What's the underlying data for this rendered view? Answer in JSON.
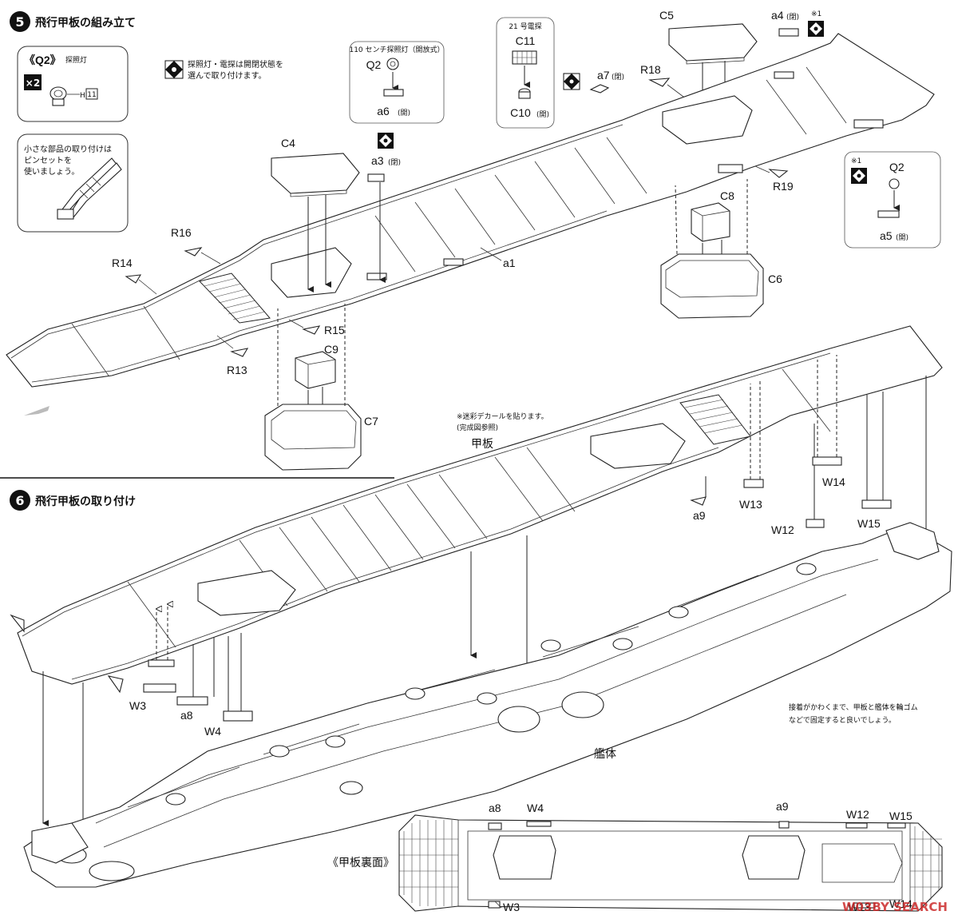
{
  "steps": [
    {
      "number": "5",
      "title": "飛行甲板の組み立て"
    },
    {
      "number": "6",
      "title": "飛行甲板の取り付け"
    }
  ],
  "q2_box": {
    "title": "《Q2》",
    "sub": "探照灯",
    "multiplier": "×2",
    "ref": "H",
    "ref_num": "11"
  },
  "notes": {
    "searchlight_radar_line1": "探照灯・電探は開閉状態を",
    "searchlight_radar_line2": "選んで取り付けます。",
    "tweezers_line1": "小さな部品の取り付けは",
    "tweezers_line2": "ピンセットを",
    "tweezers_line3": "使いましょう。",
    "camo_line1": "※迷彩デカールを貼ります。",
    "camo_line2": "(完成図参照)",
    "deck_label": "甲板",
    "hull_label": "艦体",
    "rubber_band_line1": "接着がかわくまで、甲板と艦体を輪ゴム",
    "rubber_band_line2": "などで固定すると良いでしょう。",
    "underside_label": "《甲板裏面》",
    "searchlight_caption": "110 センチ探照灯（開放式）",
    "radar_caption": "21 号電探",
    "note_mark": "※1",
    "open": "(開)",
    "closed": "(閉)"
  },
  "parts": {
    "C4": "C4",
    "C5": "C5",
    "C6": "C6",
    "C7": "C7",
    "C8": "C8",
    "C9": "C9",
    "C10": "C10",
    "C11": "C11",
    "Q2": "Q2",
    "a1": "a1",
    "a3": "a3",
    "a4": "a4",
    "a5": "a5",
    "a6": "a6",
    "a7": "a7",
    "a8": "a8",
    "a9": "a9",
    "R13": "R13",
    "R14": "R14",
    "R15": "R15",
    "R16": "R16",
    "R18": "R18",
    "R19": "R19",
    "W3": "W3",
    "W4": "W4",
    "W12": "W12",
    "W13": "W13",
    "W14": "W14",
    "W15": "W15"
  },
  "watermark": "W03BY SEARCH"
}
